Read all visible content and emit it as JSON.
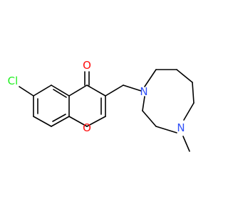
{
  "molecule": {
    "colors": {
      "carbon": "#000000",
      "oxygen": "#ff0d0d",
      "nitrogen": "#3050f8",
      "chlorine": "#1ff01f"
    },
    "atoms": {
      "chlorine": {
        "label": "Cl",
        "element": "chlorine"
      },
      "carbonyl_oxygen": {
        "label": "O",
        "element": "oxygen"
      },
      "ring_oxygen": {
        "label": "O",
        "element": "oxygen"
      },
      "nitrogen_1": {
        "label": "N",
        "element": "nitrogen"
      },
      "nitrogen_4": {
        "label": "N",
        "element": "nitrogen"
      }
    }
  }
}
